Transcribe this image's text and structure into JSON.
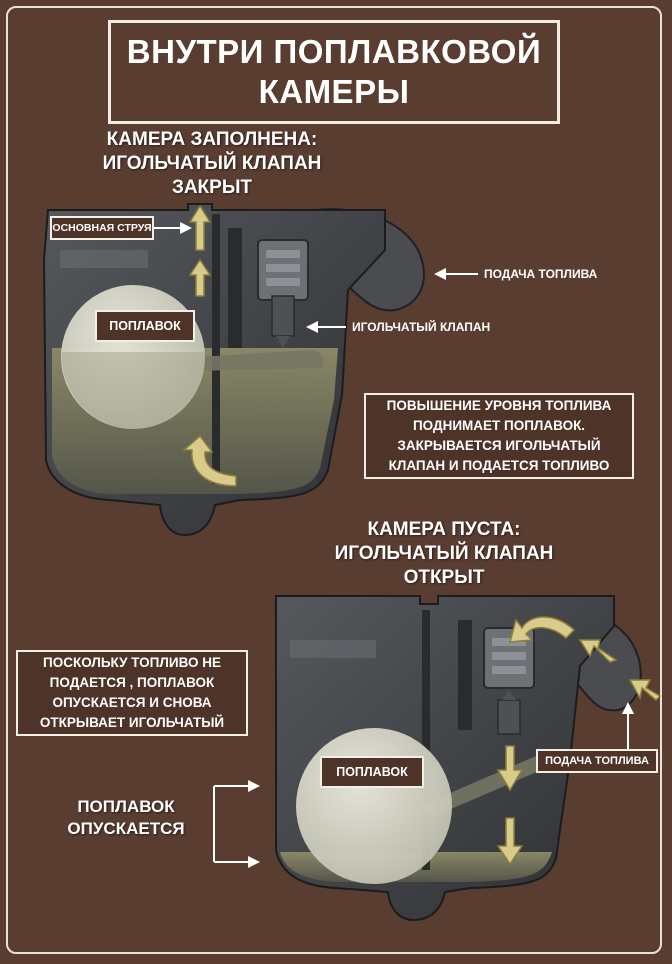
{
  "title": {
    "line1": "ВНУТРИ ПОПЛАВКОВОЙ",
    "line2": "КАМЕРЫ"
  },
  "top_diagram": {
    "heading_lines": [
      "КАМЕРА ЗАПОЛНЕНА:",
      "ИГОЛЬЧАТЫЙ КЛАПАН",
      "ЗАКРЫТ"
    ],
    "main_jet_label": "ОСНОВНАЯ СТРУЯ",
    "float_label": "ПОПЛАВОК",
    "fuel_supply_label": "ПОДАЧА ТОПЛИВА",
    "needle_valve_label": "ИГОЛЬЧАТЫЙ КЛАПАН",
    "note_lines": [
      "ПОВЫШЕНИЕ УРОВНЯ ТОПЛИВА",
      "ПОДНИМАЕТ ПОПЛАВОК.",
      "ЗАКРЫВАЕТСЯ ИГОЛЬЧАТЫЙ",
      "КЛАПАН И ПОДАЕТСЯ ТОПЛИВО"
    ]
  },
  "bottom_diagram": {
    "heading_lines": [
      "КАМЕРА ПУСТА:",
      "ИГОЛЬЧАТЫЙ КЛАПАН",
      "ОТКРЫТ"
    ],
    "note_lines": [
      "ПОСКОЛЬКУ ТОПЛИВО НЕ",
      "ПОДАЕТСЯ , ПОПЛАВОК",
      "ОПУСКАЕТСЯ И СНОВА",
      "ОТКРЫВАЕТ ИГОЛЬЧАТЫЙ"
    ],
    "float_label": "ПОПЛАВОК",
    "fuel_supply_label": "ПОДАЧА ТОПЛИВА",
    "float_drops_lines": [
      "ПОПЛАВОК",
      "ОПУСКАЕТСЯ"
    ]
  },
  "colors": {
    "background": "#5a3d31",
    "chamber_body": "#3d3f42",
    "fuel": "#7b7a60",
    "float": "#d8d8c8",
    "arrow": "#d9cc8a",
    "border": "#f2ede4"
  }
}
